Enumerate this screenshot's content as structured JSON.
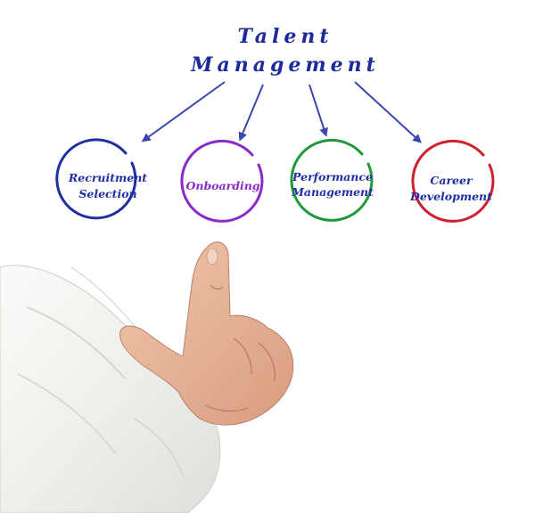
{
  "title": {
    "line1": "Talent",
    "line2": "Management"
  },
  "nodes": [
    {
      "id": "recruitment",
      "line1": "Recruitment",
      "line2": "Selection",
      "color": "#1f2fa3"
    },
    {
      "id": "onboarding",
      "line1": "Onboarding",
      "line2": "",
      "color": "#8a2bc9"
    },
    {
      "id": "performance",
      "line1": "Performance",
      "line2": "Management",
      "color": "#1f9a3a"
    },
    {
      "id": "career",
      "line1": "Career",
      "line2": "Development",
      "color": "#d0202e"
    }
  ],
  "colors": {
    "title": "#1d2a9c",
    "arrow": "#3a45b0",
    "background": "#ffffff",
    "sleeve": "#f4f4f2",
    "skin": "#e7b79a"
  }
}
